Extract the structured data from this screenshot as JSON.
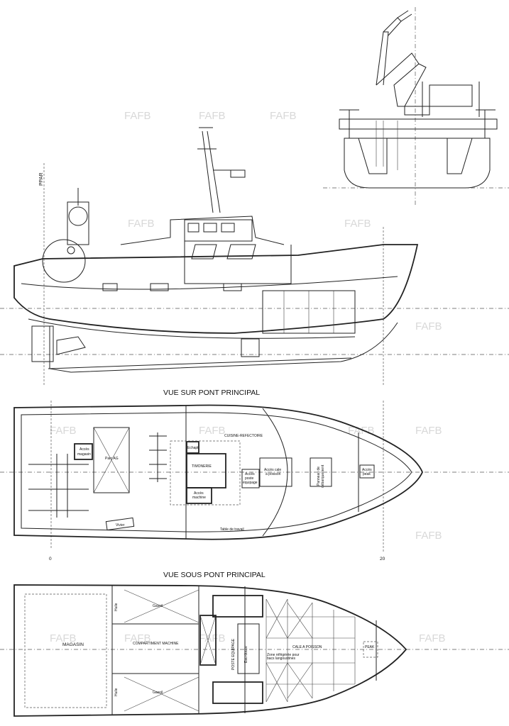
{
  "watermark": "FAFB",
  "side_view": {
    "ppar_label": "PPAR"
  },
  "deck_view": {
    "title": "VUE SUR PONT PRINCIPAL",
    "labels": {
      "acces_magasin": [
        "Accès",
        "magasin"
      ],
      "parc_ag": "Parc AG",
      "echapt": "Echapt",
      "timonerie": "TIMONERIE",
      "acces_machine": [
        "Accès",
        "machine"
      ],
      "cuisine": "CUISINE-REFECTOIRE",
      "acces_poste": [
        "Accès",
        "poste",
        "équipage"
      ],
      "acces_cale": [
        "Accès cale",
        "à poisson"
      ],
      "panneau": [
        "Panneau de",
        "débarquement"
      ],
      "acces_peak": [
        "Accès",
        "peak"
      ],
      "table_travail": "Table de travail",
      "vivier": "Vivier"
    },
    "frame_0": "0",
    "frame_20": "20"
  },
  "below_view": {
    "title": "VUE SOUS PONT PRINCIPAL",
    "labels": {
      "magasin": "MAGASIN",
      "compartiment": "COMPARTIMENT MACHINE",
      "gasoil_top": "Gasoil",
      "gasoil_bottom": "Gasoil",
      "huile_top": "Huile",
      "huile_bottom": "Huile",
      "poste": "POSTE EQUIPAGE",
      "eau_douce": "Eau douce",
      "cale": "CALE A POISSON",
      "zone": [
        "Zone réfrigérée pour",
        "bacs langoustines"
      ],
      "peak": "PEAK"
    }
  }
}
